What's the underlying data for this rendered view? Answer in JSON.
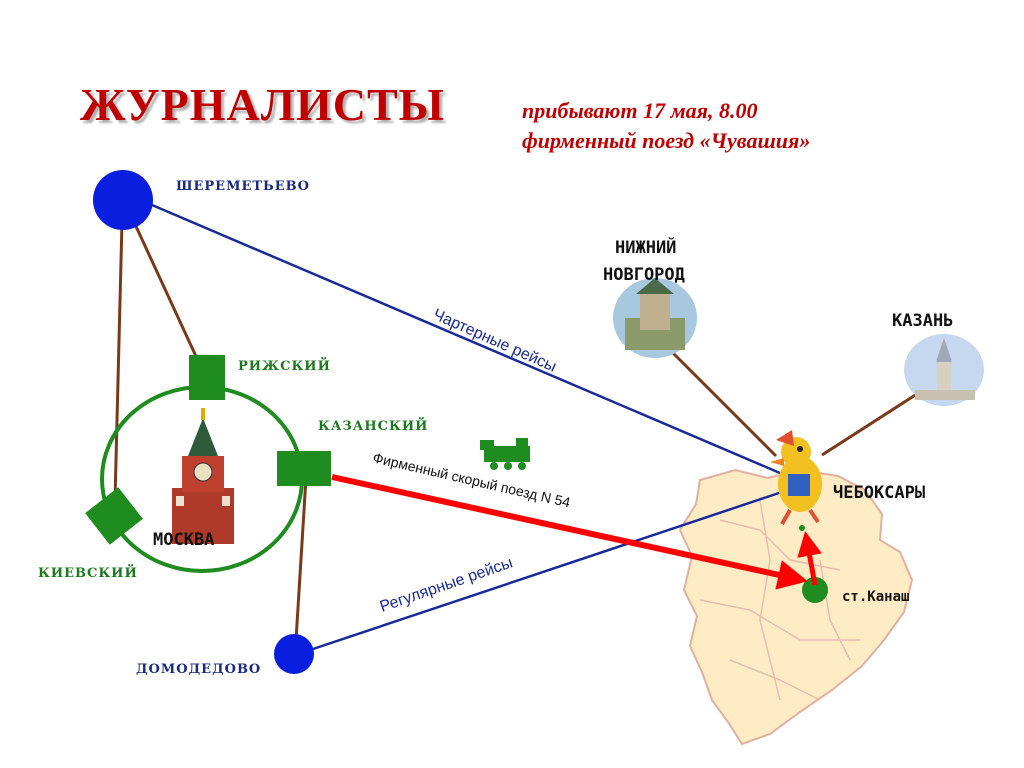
{
  "header": {
    "title": "ЖУРНАЛИСТЫ",
    "subtitle_line1": "прибывают 17 мая, 8.00",
    "subtitle_line2": "фирменный поезд «Чувашия»"
  },
  "nodes": {
    "sheremetyevo": "ШЕРЕМЕТЬЕВО",
    "domodedovo": "ДОМОДЕДОВО",
    "rizhsky": "РИЖСКИЙ",
    "kazansky": "КАЗАНСКИЙ",
    "kievsky": "КИЕВСКИЙ",
    "moscow": "МОСКВА",
    "nizhny_line1": "НИЖНИЙ",
    "nizhny_line2": "НОВГОРОД",
    "kazan": "КАЗАНЬ",
    "cheboksary": "ЧЕБОКСАРЫ",
    "kanash": "ст.Канаш"
  },
  "routes": {
    "charter": "Чартерные рейсы",
    "regular": "Регулярные рейсы",
    "train": "Фирменный скорый поезд N 54"
  },
  "colors": {
    "title": "#c00000",
    "airport": "#0a1ee0",
    "station": "#1e8c1e",
    "air_route": "#1a2a9a",
    "train_route": "#ff0000",
    "connector": "#7a3a1a"
  },
  "icons": [
    "kremlin-tower-icon",
    "locomotive-icon",
    "duck-mascot-icon",
    "nizhny-kremlin-photo",
    "kazan-tower-photo",
    "chuvashia-map"
  ]
}
